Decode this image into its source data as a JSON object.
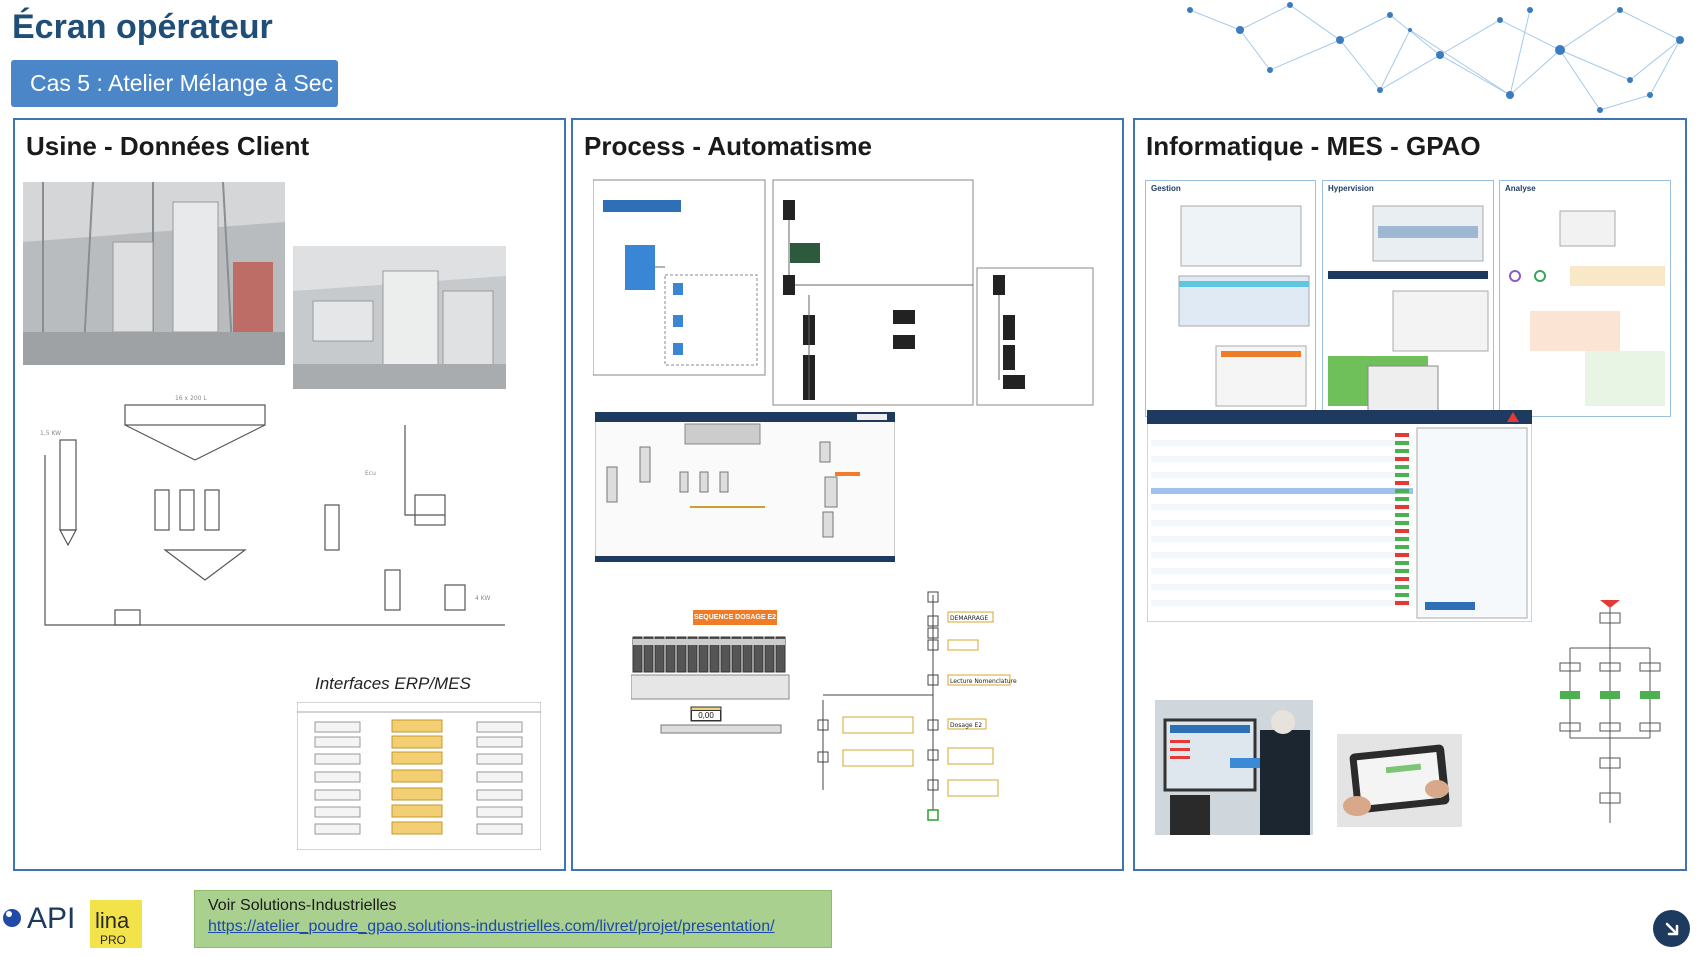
{
  "header": {
    "title": "Écran opérateur",
    "case_label": "Cas 5 : Atelier Mélange à Sec"
  },
  "panels": [
    {
      "title": "Usine - Données Client",
      "caption": "Interfaces ERP/MES"
    },
    {
      "title": "Process - Automatisme",
      "sequence_label": "SEQUENCE DOSAGE E2",
      "dosage_value": "0,00",
      "steps": [
        "DEMARRAGE",
        "Lecture Nomenclature",
        "Dosage E2"
      ]
    },
    {
      "title": "Informatique - MES - GPAO",
      "sections": [
        "Gestion",
        "Hypervision",
        "Analyse"
      ]
    }
  ],
  "footer": {
    "label": "Voir Solutions-Industrielles",
    "link": "https://atelier_poudre_gpao.solutions-industrielles.com/livret/projet/presentation/"
  },
  "logos": {
    "api": "API",
    "lina": "lina",
    "lina_sub": "PRO"
  },
  "colors": {
    "accent": "#4a86c8",
    "border": "#3f75b5",
    "footer_bg": "#a9d08e",
    "sequence_orange": "#f07c28"
  }
}
